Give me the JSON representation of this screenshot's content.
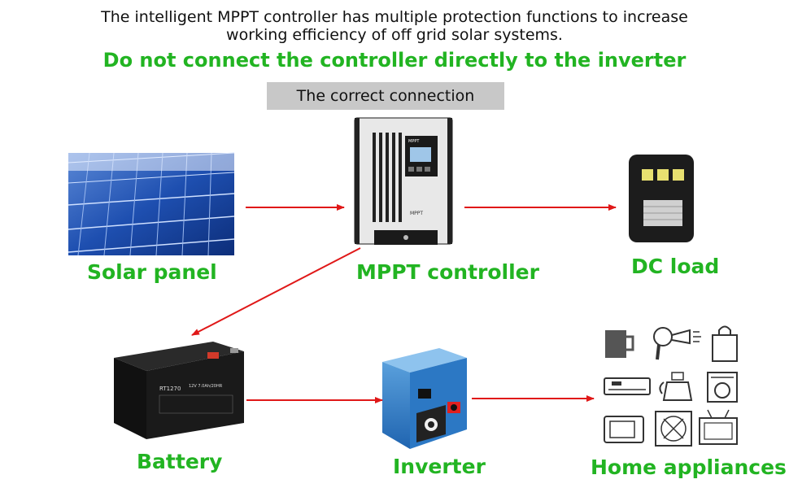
{
  "header": {
    "intro_line1": "The intelligent MPPT controller has multiple protection functions to increase",
    "intro_line2": "working efficiency of off grid solar systems.",
    "warning": "Do not connect the controller directly to the inverter",
    "banner": "The correct connection"
  },
  "nodes": {
    "solar_panel": "Solar panel",
    "mppt_controller": "MPPT controller",
    "dc_load": "DC load",
    "battery": "Battery",
    "inverter": "Inverter",
    "home_appliances": "Home appliances"
  },
  "device_text": {
    "mppt_brand": "MPPT",
    "mppt_model": "MPPT",
    "battery_model": "RT1270",
    "battery_rating": "12V 7.0Ah/20HR"
  },
  "colors": {
    "accent_green": "#22b422",
    "arrow_red": "#e01818",
    "banner_gray": "#c8c8c8"
  }
}
